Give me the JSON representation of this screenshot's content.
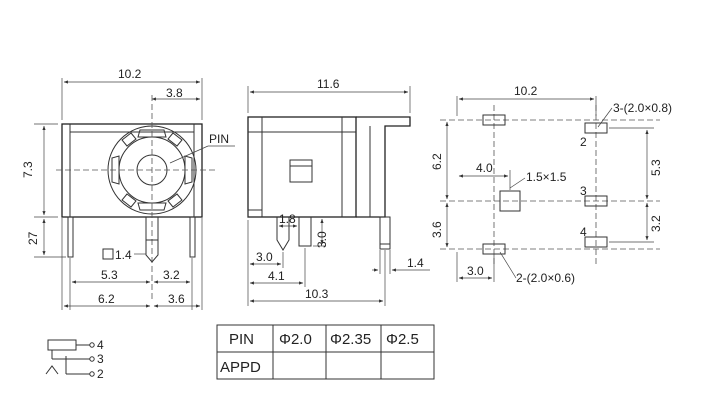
{
  "front_view": {
    "width_total": "10.2",
    "offset_top": "3.8",
    "pin_label": "PIN",
    "height_body": "7.3",
    "height_pins": "27",
    "pin_box_size": "1.4",
    "dim_left_inner": "5.3",
    "dim_right_inner": "3.2",
    "dim_left_outer": "6.2",
    "dim_right_outer": "3.6"
  },
  "side_view": {
    "length_total": "11.6",
    "gap_1": "1.8",
    "pin_height": "3.0",
    "offset_1": "3.0",
    "offset_2": "4.1",
    "length_bottom": "10.3",
    "pin_width": "1.4"
  },
  "pcb_layout": {
    "width_total": "10.2",
    "slot_note_top": "3-(2.0×0.8)",
    "pad_2": "2",
    "pad_3": "3",
    "pad_4": "4",
    "height_upper": "6.2",
    "offset_x": "4.0",
    "center_pad": "1.5×1.5",
    "dim_right_upper": "5.3",
    "height_lower": "3.6",
    "dim_right_lower": "3.2",
    "offset_bottom": "3.0",
    "slot_note_bottom": "2-(2.0×0.6)"
  },
  "schematic": {
    "pin_4": "4",
    "pin_3": "3",
    "pin_2": "2"
  },
  "table": {
    "header": [
      "PIN",
      "Φ2.0",
      "Φ2.35",
      "Φ2.5"
    ],
    "row_label": "APPD",
    "row_values": [
      "",
      "",
      ""
    ]
  }
}
